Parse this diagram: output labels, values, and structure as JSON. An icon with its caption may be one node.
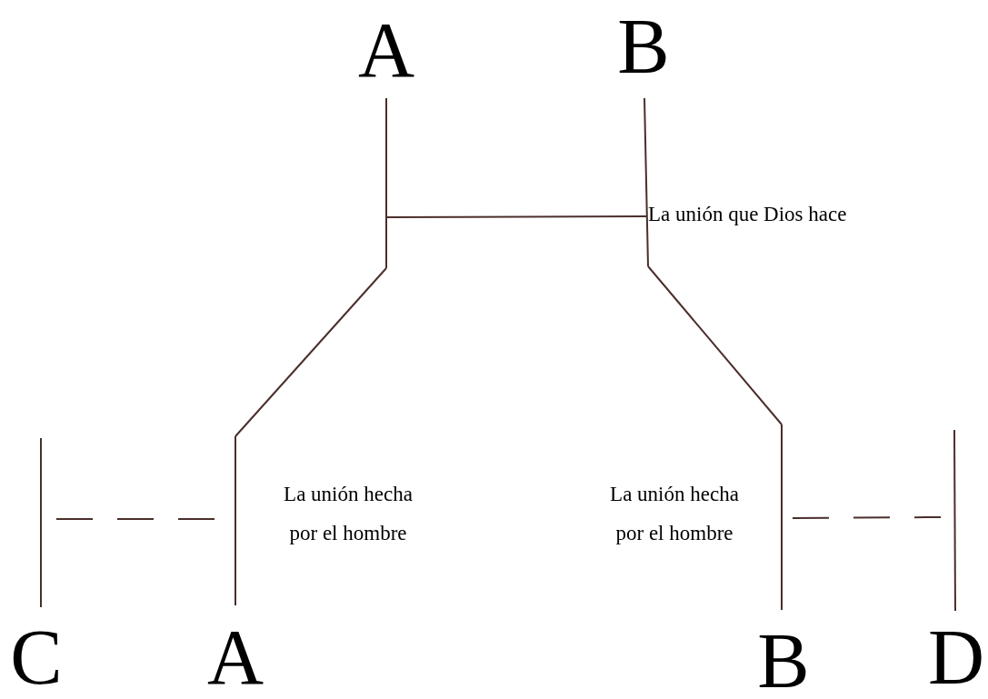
{
  "diagram": {
    "nodes": [
      {
        "text": [
          "A"
        ]
      },
      {
        "text": [
          "B"
        ]
      },
      {
        "text": [
          "C"
        ]
      },
      {
        "text": [
          "A"
        ]
      },
      {
        "text": [
          "B"
        ]
      },
      {
        "text": [
          "D"
        ]
      }
    ],
    "edges": [
      {
        "from": 0,
        "to": 3,
        "arrow": "none"
      },
      {
        "from": 1,
        "to": 4,
        "arrow": "none"
      },
      {
        "from": 0,
        "to": 1,
        "arrow": "none"
      },
      {
        "from": 2,
        "to": 3,
        "arrow": "none",
        "style": "dashed"
      },
      {
        "from": 4,
        "to": 5,
        "arrow": "none",
        "style": "dashed"
      }
    ],
    "labels": [
      "La unión que Dios hace",
      "La unión hecha por el hombre",
      "La unión hecha por el hombre"
    ]
  }
}
